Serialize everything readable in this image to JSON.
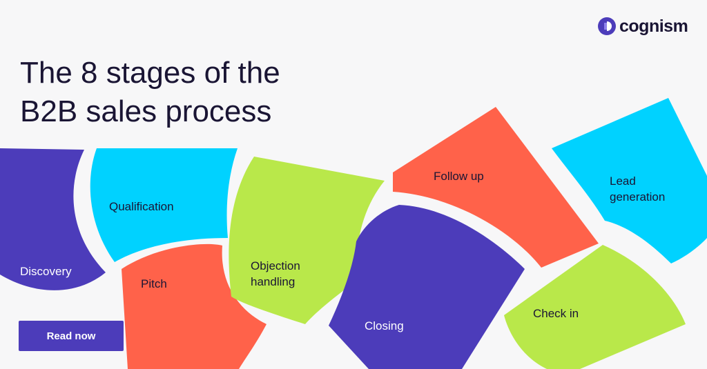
{
  "brand": {
    "name": "cognism",
    "logo_icon": "cognism-logo-icon",
    "colors": {
      "text": "#1a1534",
      "purple": "#4c3cba",
      "cyan": "#00d2ff",
      "lime": "#b9e84a",
      "orange": "#ff624a"
    }
  },
  "headline": {
    "line1": "The 8 stages of the",
    "line2": "B2B sales process"
  },
  "stages": [
    {
      "id": "discovery",
      "label": "Discovery",
      "color": "#4c3cba"
    },
    {
      "id": "qualification",
      "label": "Qualification",
      "color": "#00d2ff"
    },
    {
      "id": "pitch",
      "label": "Pitch",
      "color": "#ff624a"
    },
    {
      "id": "objection",
      "lines": [
        "Objection",
        "handling"
      ],
      "color": "#b9e84a"
    },
    {
      "id": "follow-up",
      "label": "Follow up",
      "color": "#ff624a"
    },
    {
      "id": "closing",
      "label": "Closing",
      "color": "#4c3cba"
    },
    {
      "id": "lead-generation",
      "lines": [
        "Lead",
        "generation"
      ],
      "color": "#00d2ff"
    },
    {
      "id": "check-in",
      "label": "Check in",
      "color": "#b9e84a"
    }
  ],
  "cta": {
    "label": "Read now"
  }
}
